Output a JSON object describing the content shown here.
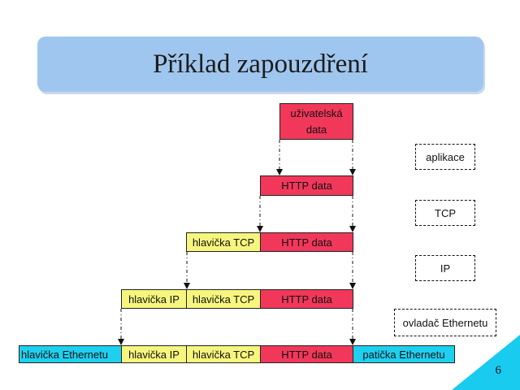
{
  "title": "Příklad zapouzdření",
  "user_data": {
    "line1": "uživatelská",
    "line2": "data"
  },
  "labels": {
    "http_data": "HTTP data",
    "tcp_header": "hlavička TCP",
    "ip_header": "hlavička IP",
    "eth_header": "hlavička Ethernetu",
    "eth_footer": "patička Ethernetu"
  },
  "legend": {
    "app": "aplikace",
    "tcp": "TCP",
    "ip": "IP",
    "eth": "ovladač Ethernetu"
  },
  "page_number": "6",
  "colors": {
    "data": "#f2385a",
    "header": "#f6f67e",
    "ethernet": "#1ed0ef",
    "title_bg": "#9fc6ee"
  }
}
